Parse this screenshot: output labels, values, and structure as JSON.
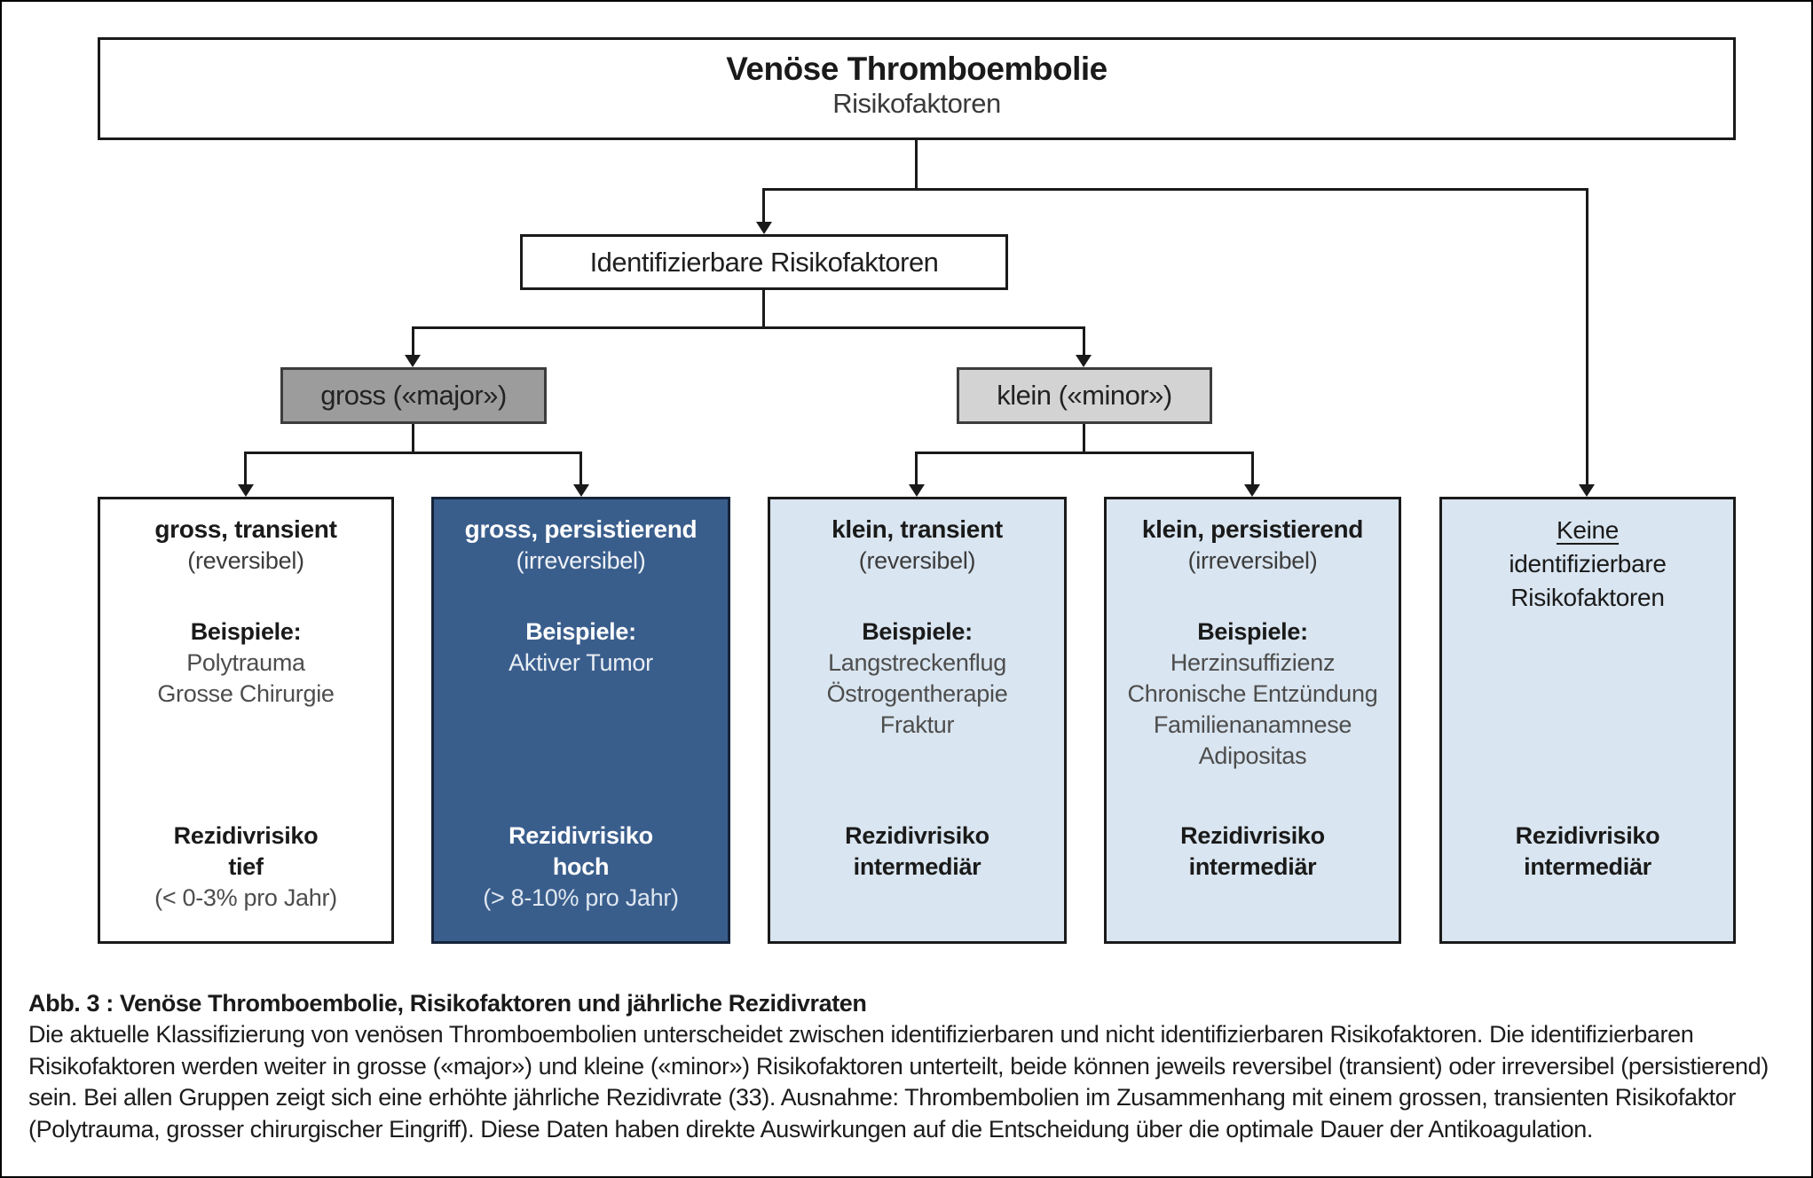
{
  "nodes": {
    "root": {
      "title": "Venöse Thromboembolie",
      "subtitle": "Risikofaktoren"
    },
    "identifiable": {
      "label": "Identifizierbare Risikofaktoren"
    },
    "major": {
      "label": "gross («major»)"
    },
    "minor": {
      "label": "klein («minor»)"
    }
  },
  "leaf1": {
    "title": "gross, transient",
    "subtitle": "(reversibel)",
    "examples_label": "Beispiele:",
    "examples": [
      "Polytrauma",
      "Grosse Chirurgie"
    ],
    "risk": [
      "Rezidivrisiko",
      "tief"
    ],
    "risk_note": "(< 0-3% pro Jahr)"
  },
  "leaf2": {
    "title": "gross, persistierend",
    "subtitle": "(irreversibel)",
    "examples_label": "Beispiele:",
    "examples": [
      "Aktiver Tumor"
    ],
    "risk": [
      "Rezidivrisiko",
      "hoch"
    ],
    "risk_note": "(> 8-10% pro Jahr)"
  },
  "leaf3": {
    "title": "klein, transient",
    "subtitle": "(reversibel)",
    "examples_label": "Beispiele:",
    "examples": [
      "Langstreckenflug",
      "Östrogentherapie",
      "Fraktur"
    ],
    "risk": [
      "Rezidivrisiko",
      "intermediär"
    ]
  },
  "leaf4": {
    "title": "klein, persistierend",
    "subtitle": "(irreversibel)",
    "examples_label": "Beispiele:",
    "examples": [
      "Herzinsuffizienz",
      "Chronische Entzündung",
      "Familienanamnese",
      "Adipositas"
    ],
    "risk": [
      "Rezidivrisiko",
      "intermediär"
    ]
  },
  "leaf5": {
    "title_underlined": "Keine",
    "title_line2": "identifizierbare",
    "title_line3": "Risikofaktoren",
    "risk": [
      "Rezidivrisiko",
      "intermediär"
    ]
  },
  "caption": {
    "title": "Abb. 3 : Venöse Thromboembolie, Risikofaktoren und jährliche Rezidivraten",
    "body": "Die aktuelle Klassifizierung von venösen Thromboembolien unterscheidet zwischen identifizierbaren und nicht identifizierbaren Risikofaktoren. Die identifizierbaren Risikofaktoren werden weiter in grosse («major») und kleine («minor») Risikofaktoren unterteilt, beide können jeweils reversibel (transient) oder irreversibel (persistierend) sein. Bei allen Gruppen zeigt sich eine erhöhte jährliche Rezidivrate (33). Ausnahme: Thrombembolien im Zusammenhang mit einem grossen, transienten Risikofaktor (Polytrauma, grosser chirurgischer Eingriff). Diese Daten haben direkte Auswirkungen auf die Entscheidung über die optimale Dauer der Antikoagulation."
  },
  "colors": {
    "dark_blue": "#3a5e8c",
    "light_blue": "#d9e5f0",
    "gray_major": "#9c9c9c",
    "gray_minor": "#d3d3d3",
    "line": "#1a1a1a"
  }
}
